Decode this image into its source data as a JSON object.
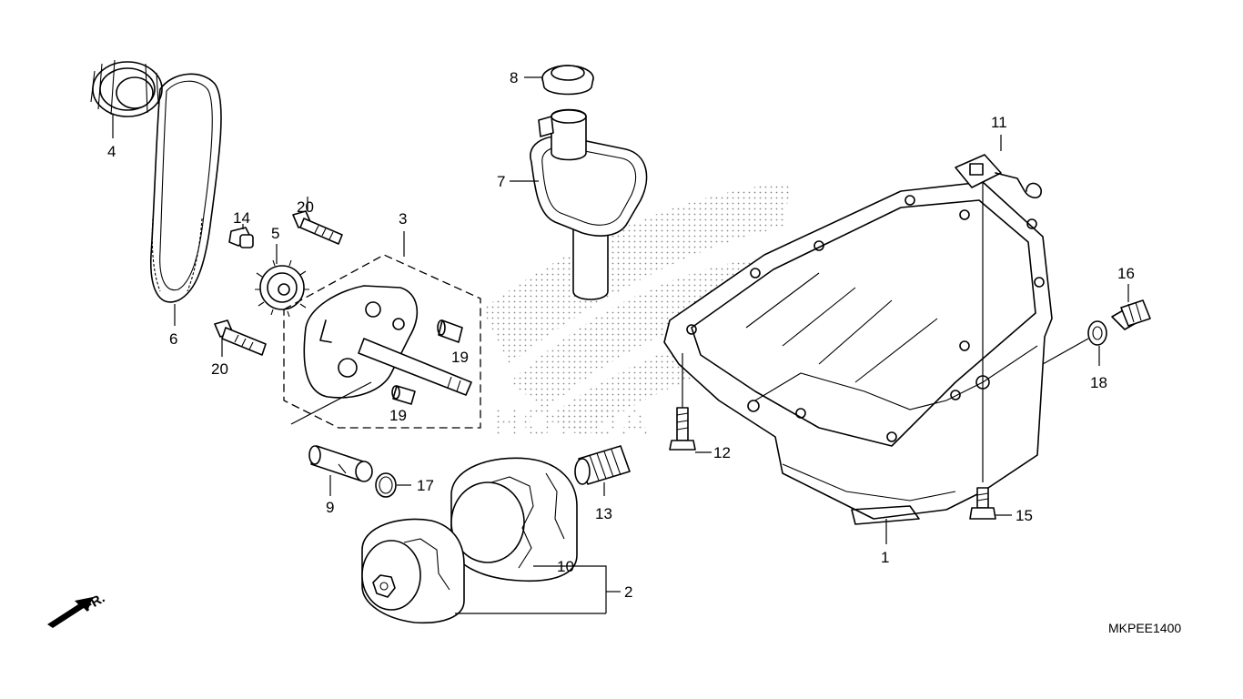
{
  "diagram": {
    "drawing_code": "MKPEE1400",
    "direction_label": "FR.",
    "background_logo": "HONDA",
    "callouts": {
      "c1": "1",
      "c2": "2",
      "c3": "3",
      "c4": "4",
      "c5": "5",
      "c6": "6",
      "c7": "7",
      "c8": "8",
      "c9": "9",
      "c10": "10",
      "c11": "11",
      "c12": "12",
      "c13": "13",
      "c14": "14",
      "c15": "15",
      "c16": "16",
      "c17": "17",
      "c18": "18",
      "c19a": "19",
      "c19b": "19",
      "c20a": "20",
      "c20b": "20"
    }
  }
}
